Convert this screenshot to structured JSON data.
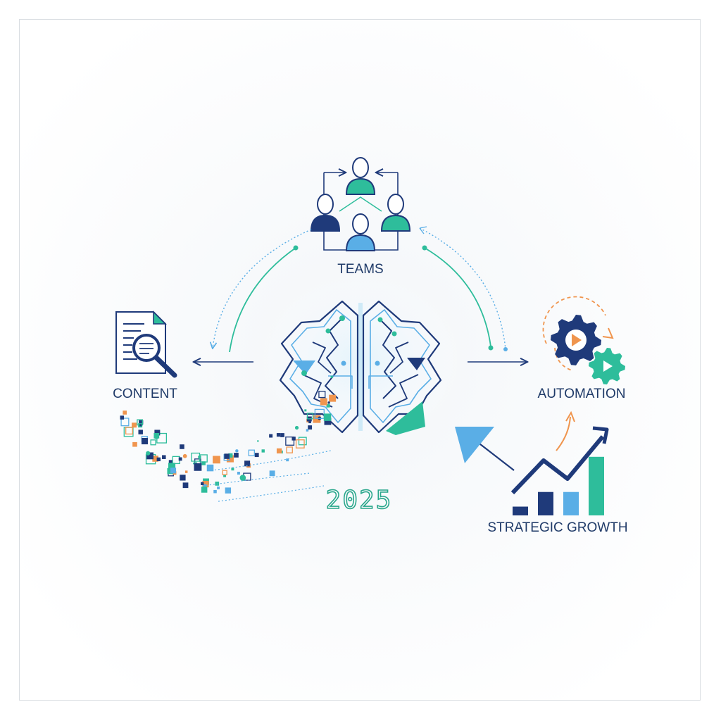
{
  "labels": {
    "teams": "TEAMS",
    "content": "CONTENT",
    "automation": "AUTOMATION",
    "growth": "STRATEGIC GROWTH",
    "year": "2025"
  },
  "colors": {
    "navy": "#1f3a7a",
    "teal": "#2ebd9b",
    "sky": "#5aaee6",
    "orange": "#f0954e",
    "text": "#1f3a68"
  },
  "icons": [
    "team-icon",
    "document-search-icon",
    "brain-circuit-icon",
    "gear-play-icon",
    "growth-chart-icon",
    "data-particles"
  ],
  "growth_bars": [
    0.12,
    0.32,
    0.32,
    0.8
  ]
}
